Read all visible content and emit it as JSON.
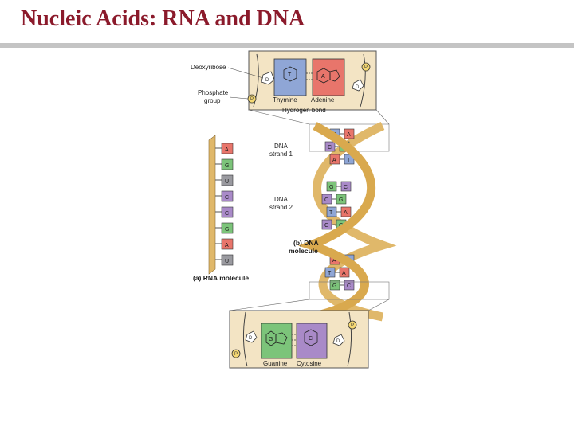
{
  "slide": {
    "title": "Nucleic Acids: RNA and DNA"
  },
  "figure": {
    "top_inset": {
      "deoxyribose_label": "Deoxyribose",
      "phosphate_label": "Phosphate group",
      "thymine_label": "Thymine",
      "adenine_label": "Adenine",
      "hydrogen_bond_label": "Hydrogen bond",
      "sugar_letter": "D",
      "phosphate_letter": "P",
      "thymine_letter": "T",
      "adenine_letter": "A"
    },
    "rna": {
      "bases": [
        "A",
        "G",
        "U",
        "C",
        "C",
        "G",
        "A",
        "U"
      ],
      "caption": "(a) RNA molecule"
    },
    "dna": {
      "strand1_label": "DNA strand 1",
      "strand2_label": "DNA strand 2",
      "caption": "(b) DNA molecule",
      "top_pairs": [
        [
          "T",
          "A"
        ],
        [
          "C",
          "G"
        ],
        [
          "A",
          "T"
        ]
      ],
      "middle_pairs": [
        [
          "G",
          "C"
        ],
        [
          "C",
          "G"
        ],
        [
          "T",
          "A"
        ],
        [
          "C",
          "G"
        ]
      ],
      "lower_pairs": [
        [
          "A",
          "T"
        ],
        [
          "T",
          "A"
        ],
        [
          "G",
          "C"
        ]
      ]
    },
    "bottom_inset": {
      "guanine_label": "Guanine",
      "cytosine_label": "Cytosine",
      "guanine_letter": "G",
      "cytosine_letter": "C",
      "sugar_letter": "D",
      "phosphate_letter": "P"
    },
    "colors": {
      "adenine": "#e8756b",
      "thymine": "#8fa6d6",
      "guanine": "#7cc47a",
      "cytosine": "#a98ac8",
      "uracil": "#9a9aa0",
      "backbone": "#e0b86a",
      "inset_bg": "#f3e4c4"
    }
  }
}
